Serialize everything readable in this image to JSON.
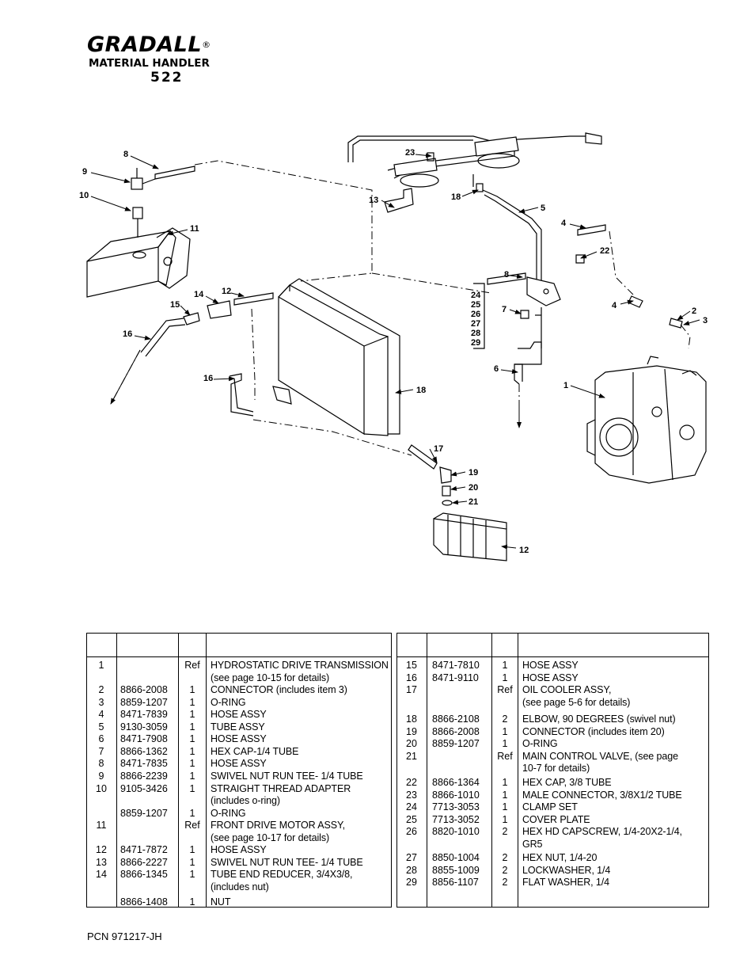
{
  "header": {
    "brand": "GRADALL",
    "registered_mark": "®",
    "subtitle": "MATERIAL HANDLER",
    "model": "522"
  },
  "diagram": {
    "callouts": [
      "1",
      "2",
      "3",
      "4",
      "4",
      "5",
      "6",
      "7",
      "8",
      "8",
      "9",
      "10",
      "11",
      "12",
      "12",
      "13",
      "14",
      "15",
      "16",
      "16",
      "17",
      "18",
      "18",
      "19",
      "20",
      "21",
      "22",
      "23",
      "24",
      "25",
      "26",
      "27",
      "28",
      "29"
    ]
  },
  "parts_left": [
    {
      "item": "1",
      "part": "",
      "qty": "Ref",
      "desc": "HYDROSTATIC DRIVE TRANSMISSION"
    },
    {
      "item": "",
      "part": "",
      "qty": "",
      "desc": "(see page 10-15 for details)"
    },
    {
      "item": "2",
      "part": "8866-2008",
      "qty": "1",
      "desc": "CONNECTOR (includes item 3)"
    },
    {
      "item": "3",
      "part": "8859-1207",
      "qty": "1",
      "desc": "O-RING"
    },
    {
      "item": "4",
      "part": "8471-7839",
      "qty": "1",
      "desc": "HOSE ASSY"
    },
    {
      "item": "5",
      "part": "9130-3059",
      "qty": "1",
      "desc": "TUBE ASSY"
    },
    {
      "item": "6",
      "part": "8471-7908",
      "qty": "1",
      "desc": "HOSE ASSY"
    },
    {
      "item": "7",
      "part": "8866-1362",
      "qty": "1",
      "desc": "HEX CAP-1/4 TUBE"
    },
    {
      "item": "8",
      "part": "8471-7835",
      "qty": "1",
      "desc": "HOSE ASSY"
    },
    {
      "item": "9",
      "part": "8866-2239",
      "qty": "1",
      "desc": "SWIVEL NUT RUN TEE- 1/4 TUBE"
    },
    {
      "item": "10",
      "part": "9105-3426",
      "qty": "1",
      "desc": "STRAIGHT THREAD ADAPTER"
    },
    {
      "item": "",
      "part": "",
      "qty": "",
      "desc": "(includes o-ring)"
    },
    {
      "item": "",
      "part": "8859-1207",
      "qty": "1",
      "desc": "O-RING"
    },
    {
      "item": "11",
      "part": "",
      "qty": "Ref",
      "desc": "FRONT DRIVE MOTOR ASSY,"
    },
    {
      "item": "",
      "part": "",
      "qty": "",
      "desc": "(see page 10-17 for details)"
    },
    {
      "item": "12",
      "part": "8471-7872",
      "qty": "1",
      "desc": "HOSE ASSY"
    },
    {
      "item": "13",
      "part": "8866-2227",
      "qty": "1",
      "desc": "SWIVEL NUT RUN TEE- 1/4 TUBE"
    },
    {
      "item": "14",
      "part": "8866-1345",
      "qty": "1",
      "desc": "TUBE END REDUCER, 3/4X3/8,"
    },
    {
      "item": "",
      "part": "",
      "qty": "",
      "desc": "(includes nut)"
    },
    {
      "item": "",
      "part": "8866-1408",
      "qty": "1",
      "desc": "NUT"
    }
  ],
  "parts_right": [
    {
      "item": "15",
      "part": "8471-7810",
      "qty": "1",
      "desc": "HOSE ASSY"
    },
    {
      "item": "16",
      "part": "8471-9110",
      "qty": "1",
      "desc": "HOSE ASSY"
    },
    {
      "item": "17",
      "part": "",
      "qty": "Ref",
      "desc": "OIL COOLER ASSY,"
    },
    {
      "item": "",
      "part": "",
      "qty": "",
      "desc": "(see page 5-6 for details)"
    },
    {
      "item": "18",
      "part": "8866-2108",
      "qty": "2",
      "desc": "ELBOW, 90 DEGREES (swivel nut)"
    },
    {
      "item": "19",
      "part": "8866-2008",
      "qty": "1",
      "desc": "CONNECTOR (includes item 20)"
    },
    {
      "item": "20",
      "part": "8859-1207",
      "qty": "1",
      "desc": "O-RING"
    },
    {
      "item": "21",
      "part": "",
      "qty": "Ref",
      "desc": "MAIN  CONTROL VALVE, (see page"
    },
    {
      "item": "",
      "part": "",
      "qty": "",
      "desc": "10-7 for details)"
    },
    {
      "item": "22",
      "part": "8866-1364",
      "qty": "1",
      "desc": "HEX CAP, 3/8 TUBE"
    },
    {
      "item": "23",
      "part": "8866-1010",
      "qty": "1",
      "desc": "MALE CONNECTOR, 3/8X1/2 TUBE"
    },
    {
      "item": "24",
      "part": "7713-3053",
      "qty": "1",
      "desc": "CLAMP SET"
    },
    {
      "item": "25",
      "part": "7713-3052",
      "qty": "1",
      "desc": "COVER PLATE"
    },
    {
      "item": "26",
      "part": "8820-1010",
      "qty": "2",
      "desc": "HEX HD CAPSCREW, 1/4-20X2-1/4,"
    },
    {
      "item": "",
      "part": "",
      "qty": "",
      "desc": "GR5"
    },
    {
      "item": "27",
      "part": "8850-1004",
      "qty": "2",
      "desc": "HEX NUT, 1/4-20"
    },
    {
      "item": "28",
      "part": "8855-1009",
      "qty": "2",
      "desc": "LOCKWASHER, 1/4"
    },
    {
      "item": "29",
      "part": "8856-1107",
      "qty": "2",
      "desc": "FLAT WASHER, 1/4"
    }
  ],
  "footer": {
    "pcn": "PCN  971217-JH"
  }
}
